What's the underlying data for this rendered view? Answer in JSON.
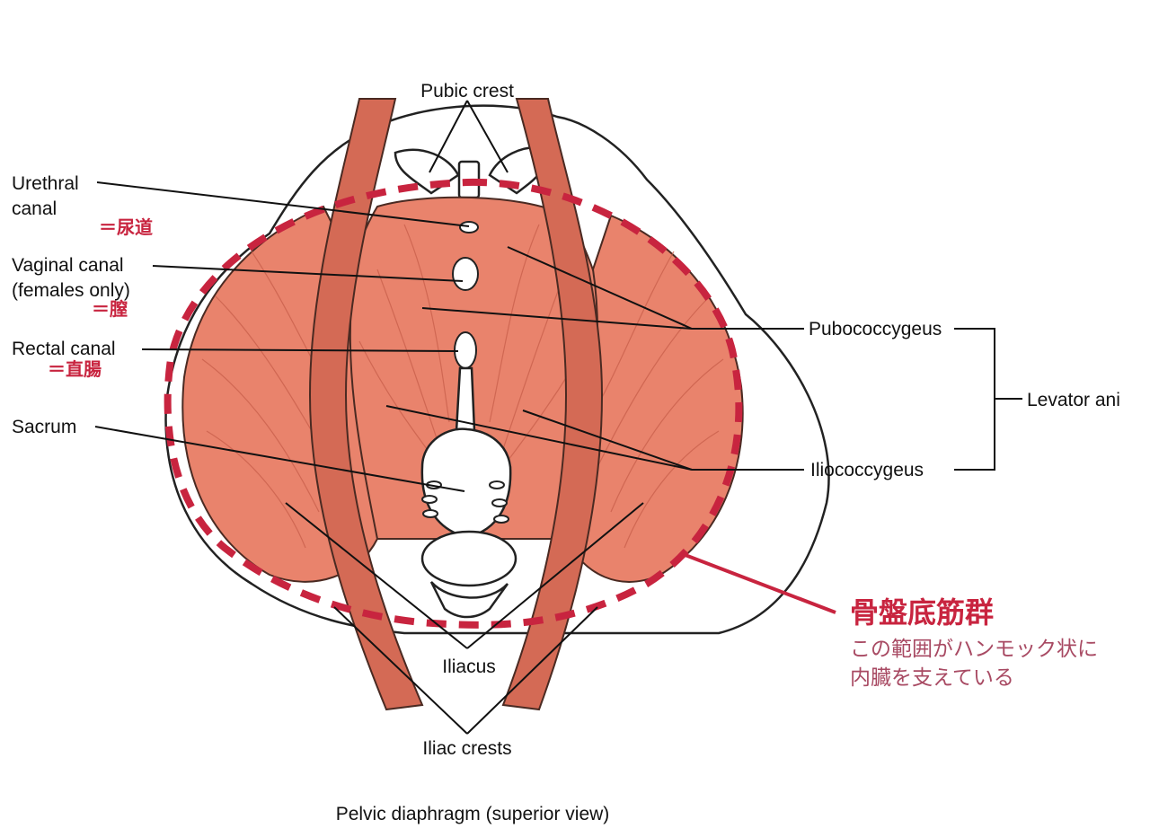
{
  "labels": {
    "pubic_crest": "Pubic crest",
    "urethral_line1": "Urethral",
    "urethral_line2": "canal",
    "vaginal_line1": "Vaginal canal",
    "vaginal_line2": "(females only)",
    "rectal": "Rectal canal",
    "sacrum": "Sacrum",
    "pubococcygeus": "Pubococcygeus",
    "iliococcygeus": "Iliococcygeus",
    "levator_ani": "Levator ani",
    "iliacus": "Iliacus",
    "iliac_crests": "Iliac crests",
    "caption": "Pelvic diaphragm (superior view)"
  },
  "annotations": {
    "urethra_jp": "＝尿道",
    "vagina_jp": "＝膣",
    "rectum_jp": "＝直腸",
    "pelvic_floor_title": "骨盤底筋群",
    "pelvic_floor_desc_line1": "この範囲がハンモック状に",
    "pelvic_floor_desc_line2": "内臓を支えている"
  },
  "colors": {
    "muscle": "#e9836c",
    "annotation": "#c8243f",
    "annotation_sub": "#a84a63",
    "outline": "#222222"
  }
}
